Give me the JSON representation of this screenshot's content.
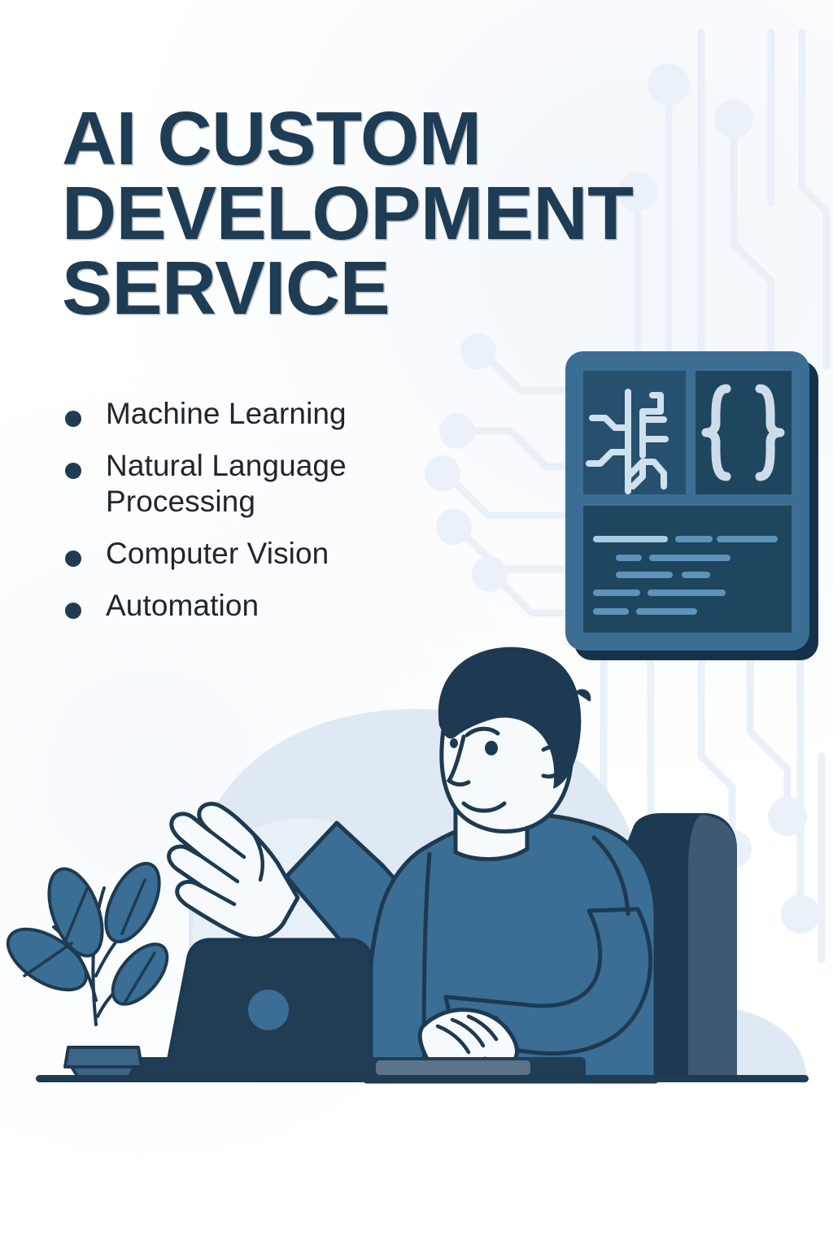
{
  "poster": {
    "background_color": "#ffffff",
    "accent_dark": "#1e3c54",
    "accent_mid": "#3a6e94",
    "accent_light": "#c9dced",
    "body_text_color": "#20262c"
  },
  "headline": {
    "line1": "AI CUSTOM",
    "line2": "DEVELOPMENT",
    "line3": "SERVICE",
    "full_text": "AI CUSTOM DEVELOPMENT SERVICE"
  },
  "features": [
    {
      "label": "Machine Learning"
    },
    {
      "label": "Natural Language Processing"
    },
    {
      "label": "Computer Vision"
    },
    {
      "label": "Automation"
    }
  ],
  "illustration": {
    "code_panel": {
      "name": "code-panel",
      "tiles": [
        {
          "icon": "neural-circuit-icon"
        },
        {
          "icon": "curly-braces-icon",
          "glyph": "{ }"
        }
      ],
      "code_rows": [
        [
          120,
          68,
          118
        ],
        [
          50,
          148
        ],
        [
          108,
          55
        ],
        [
          88,
          145
        ],
        [
          62,
          105
        ]
      ]
    },
    "person": {
      "name": "person-at-laptop",
      "shirt_color": "#3a6e94",
      "hair_color": "#1d3a52",
      "skin_color": "#f7fafc"
    },
    "laptop": {
      "name": "laptop",
      "body_color": "#213d54"
    },
    "chair": {
      "name": "office-chair",
      "color": "#1d3a52"
    },
    "plant": {
      "name": "potted-plant",
      "leaf_color": "#3a6e94",
      "pot_color": "#3d6585"
    },
    "desk_line": {
      "name": "desk-surface-line",
      "color": "#1e3c54"
    },
    "backdrop_blob": {
      "name": "backdrop-blob",
      "color": "#dde8f2"
    },
    "circuit_nodes": {
      "name": "circuit-trace-pattern",
      "color": "#eaf1f8"
    }
  }
}
